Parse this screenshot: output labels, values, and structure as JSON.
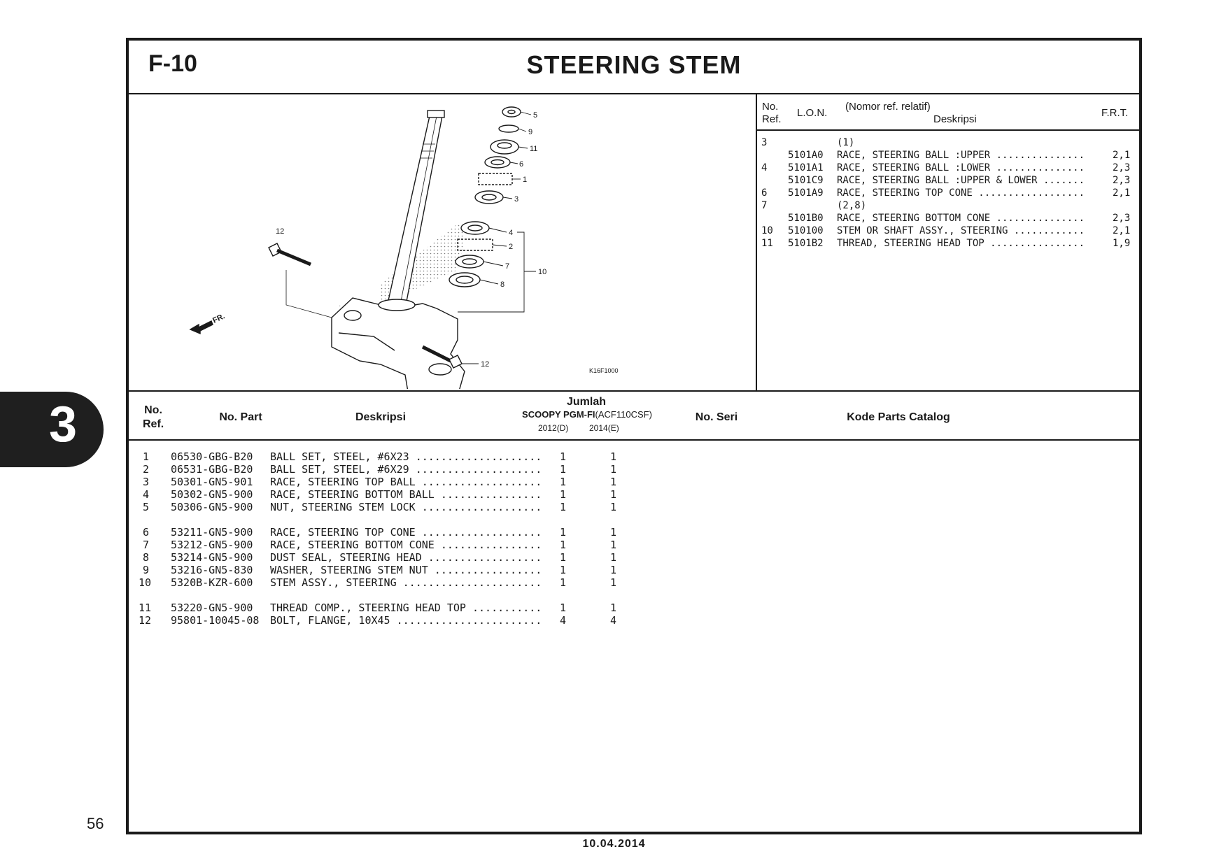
{
  "header": {
    "code": "F-10",
    "title": "STEERING STEM"
  },
  "diagram": {
    "callouts": [
      "5",
      "9",
      "11",
      "6",
      "1",
      "3",
      "4",
      "2",
      "7",
      "8",
      "10",
      "12",
      "12"
    ],
    "fr_label": "FR.",
    "figure_code": "K16F1000"
  },
  "ref_table": {
    "headers": {
      "no": "No.",
      "ref": "Ref.",
      "lon": "L.O.N.",
      "nomor": "(Nomor ref. relatif)",
      "desc": "Deskripsi",
      "frt": "F.R.T."
    },
    "rows": [
      {
        "ref": "3",
        "lon": "",
        "desc": "(1)",
        "frt": ""
      },
      {
        "ref": "",
        "lon": "5101A0",
        "desc": "RACE, STEERING BALL :UPPER ...............",
        "frt": "2,1"
      },
      {
        "ref": "4",
        "lon": "5101A1",
        "desc": "RACE, STEERING BALL :LOWER ...............",
        "frt": "2,3"
      },
      {
        "ref": "",
        "lon": "5101C9",
        "desc": "RACE, STEERING BALL :UPPER & LOWER .......",
        "frt": "2,3"
      },
      {
        "ref": "6",
        "lon": "5101A9",
        "desc": "RACE, STEERING TOP CONE ..................",
        "frt": "2,1"
      },
      {
        "ref": "7",
        "lon": "",
        "desc": "(2,8)",
        "frt": ""
      },
      {
        "ref": "",
        "lon": "5101B0",
        "desc": "RACE, STEERING BOTTOM CONE ...............",
        "frt": "2,3"
      },
      {
        "ref": "10",
        "lon": "510100",
        "desc": "STEM OR SHAFT ASSY., STEERING ............",
        "frt": "2,1"
      },
      {
        "ref": "11",
        "lon": "5101B2",
        "desc": "THREAD, STEERING HEAD TOP ................",
        "frt": "1,9"
      }
    ]
  },
  "parts_table": {
    "headers": {
      "no": "No.",
      "ref": "Ref.",
      "part": "No. Part",
      "desc": "Deskripsi",
      "jumlah": "Jumlah",
      "model": "SCOOPY PGM-FI",
      "model_code": "(ACF110CSF)",
      "y1": "2012(D)",
      "y2": "2014(E)",
      "seri": "No. Seri",
      "kode": "Kode Parts Catalog"
    },
    "rows": [
      {
        "ref": "1",
        "part": "06530-GBG-B20",
        "desc": "BALL SET, STEEL, #6X23 ....................",
        "q1": "1",
        "q2": "1"
      },
      {
        "ref": "2",
        "part": "06531-GBG-B20",
        "desc": "BALL SET, STEEL, #6X29 ....................",
        "q1": "1",
        "q2": "1"
      },
      {
        "ref": "3",
        "part": "50301-GN5-901",
        "desc": "RACE, STEERING TOP BALL ...................",
        "q1": "1",
        "q2": "1"
      },
      {
        "ref": "4",
        "part": "50302-GN5-900",
        "desc": "RACE, STEERING BOTTOM BALL ................",
        "q1": "1",
        "q2": "1"
      },
      {
        "ref": "5",
        "part": "50306-GN5-900",
        "desc": "NUT, STEERING STEM LOCK ...................",
        "q1": "1",
        "q2": "1"
      },
      {
        "ref": "6",
        "part": "53211-GN5-900",
        "desc": "RACE, STEERING TOP CONE ...................",
        "q1": "1",
        "q2": "1"
      },
      {
        "ref": "7",
        "part": "53212-GN5-900",
        "desc": "RACE, STEERING BOTTOM CONE ................",
        "q1": "1",
        "q2": "1"
      },
      {
        "ref": "8",
        "part": "53214-GN5-900",
        "desc": "DUST SEAL, STEERING HEAD ..................",
        "q1": "1",
        "q2": "1"
      },
      {
        "ref": "9",
        "part": "53216-GN5-830",
        "desc": "WASHER, STEERING STEM NUT .................",
        "q1": "1",
        "q2": "1"
      },
      {
        "ref": "10",
        "part": "5320B-KZR-600",
        "desc": "STEM ASSY., STEERING ......................",
        "q1": "1",
        "q2": "1"
      },
      {
        "ref": "11",
        "part": "53220-GN5-900",
        "desc": "THREAD COMP., STEERING HEAD TOP ...........",
        "q1": "1",
        "q2": "1"
      },
      {
        "ref": "12",
        "part": "95801-10045-08",
        "desc": "BOLT, FLANGE, 10X45 .......................",
        "q1": "4",
        "q2": "4"
      }
    ]
  },
  "section_tab": "3",
  "page_number": "56",
  "footer_date": "10.04.2014"
}
